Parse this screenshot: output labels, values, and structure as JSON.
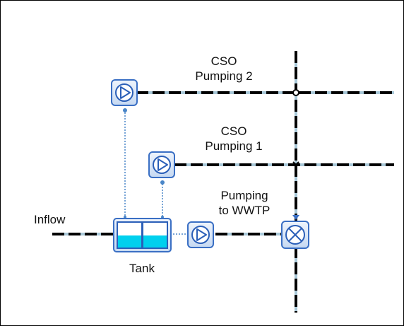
{
  "labels": {
    "cso2_line1": "CSO",
    "cso2_line2": "Pumping 2",
    "cso1_line1": "CSO",
    "cso1_line2": "Pumping 1",
    "wwtp_line1": "Pumping",
    "wwtp_line2": "to WWTP",
    "inflow": "Inflow",
    "tank": "Tank"
  },
  "icons": {
    "pump": "pump-icon",
    "tank": "tank-icon",
    "junction": "valve-junction-icon"
  },
  "colors": {
    "pipe": "#000000",
    "pipe_core": "#a9c8d8",
    "icon_fill": "#dbe8f7",
    "icon_stroke": "#3a6fc4",
    "water": "#00d0ee",
    "signal": "#4a86c8"
  }
}
